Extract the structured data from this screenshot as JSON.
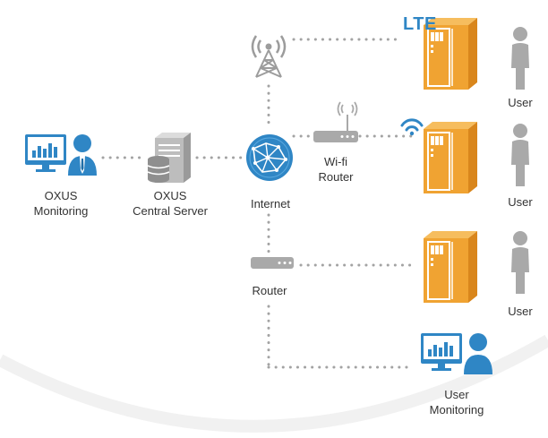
{
  "colors": {
    "orange": "#f0a332",
    "orange_dark": "#d9861c",
    "blue": "#2f86c5",
    "blue_light": "#5aa9e0",
    "gray": "#a9a9a9",
    "gray_dark": "#8a8a8a",
    "dots": "#a3a3a3"
  },
  "labels": {
    "lte": "LTE",
    "monitoring_line1": "OXUS",
    "monitoring_line2": "Monitoring",
    "server_line1": "OXUS",
    "server_line2": "Central Server",
    "internet": "Internet",
    "wifi_line1": "Wi-fi",
    "wifi_line2": "Router",
    "router": "Router",
    "user1": "User",
    "user2": "User",
    "user3": "User",
    "user_monitoring_line1": "User",
    "user_monitoring_line2": "Monitoring"
  },
  "icons": [
    "cell-tower-icon",
    "lte-cabinet-icon",
    "wifi-cabinet-icon",
    "router-cabinet-icon",
    "monitor-operator-icon",
    "server-icon",
    "globe-icon",
    "wifi-router-icon",
    "wifi-signal-icon",
    "router-icon",
    "user-icon",
    "user-monitor-icon"
  ]
}
